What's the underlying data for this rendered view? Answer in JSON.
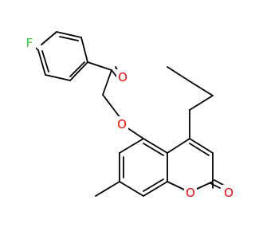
{
  "atoms": {
    "fluorine": {
      "label": "F",
      "color": "#33CC33"
    },
    "carbonyl_oxygen": {
      "label": "O",
      "color": "#FF0000"
    },
    "ether_oxygen": {
      "label": "O",
      "color": "#FF0000"
    },
    "ring_oxygen": {
      "label": "O",
      "color": "#FF0000"
    },
    "lactone_oxygen": {
      "label": "O",
      "color": "#FF0000"
    }
  },
  "bond_color": "#000000",
  "background": "#ffffff"
}
